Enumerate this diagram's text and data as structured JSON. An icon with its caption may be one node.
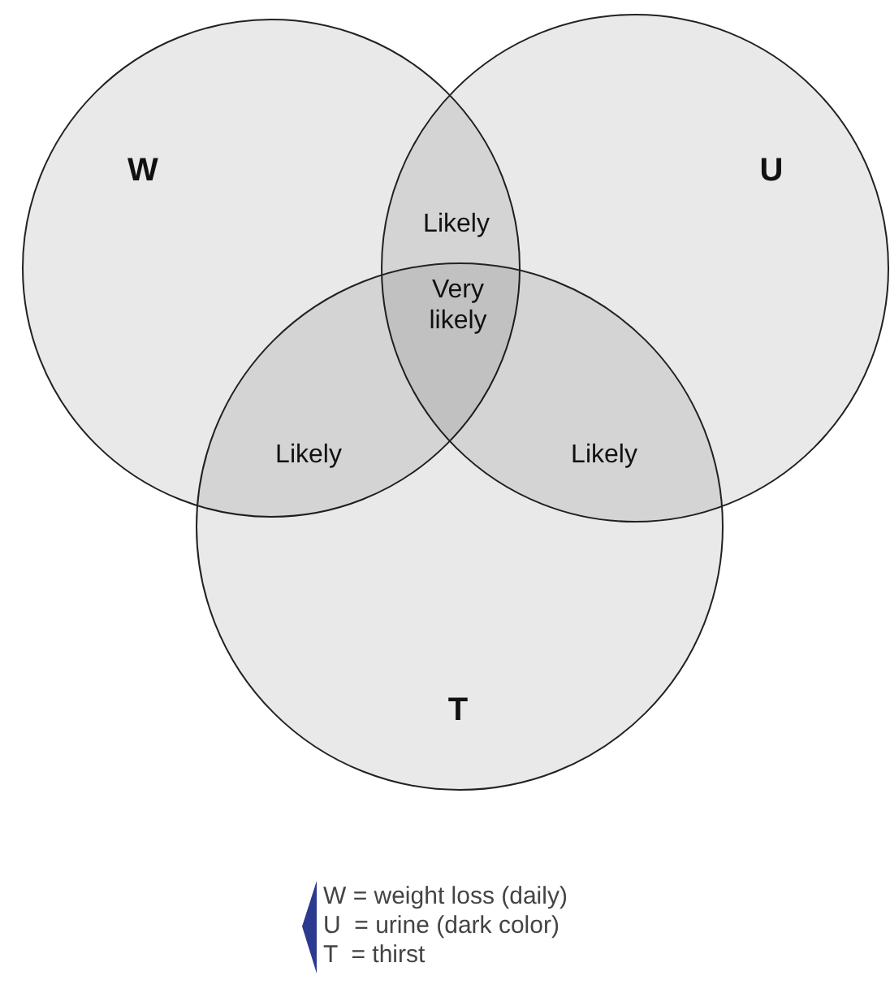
{
  "diagram": {
    "nodes": [
      {
        "text": [
          "W"
        ]
      },
      {
        "text": [
          "U"
        ]
      },
      {
        "text": [
          "T"
        ]
      }
    ],
    "labels": [
      "Likely",
      "Very likely",
      "Likely",
      "Likely"
    ],
    "legend": [
      {
        "text": "W = weight loss (daily)"
      },
      {
        "text": "U  = urine (dark color)"
      },
      {
        "text": "T  = thirst"
      }
    ]
  }
}
